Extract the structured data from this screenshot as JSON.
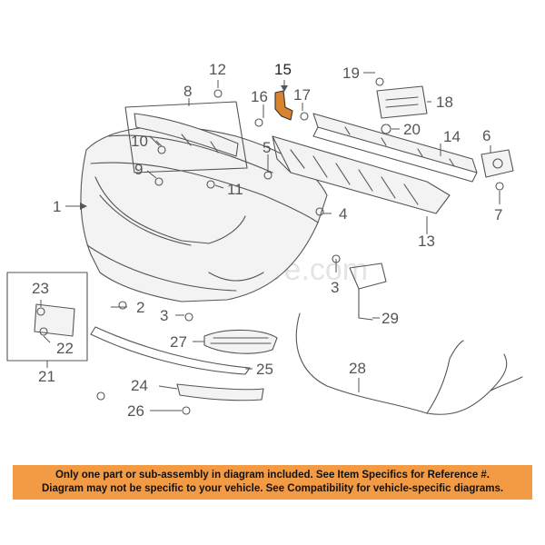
{
  "watermark": "Partomotive.com",
  "callouts": {
    "n1": "1",
    "n2": "2",
    "n3a": "3",
    "n3b": "3",
    "n4": "4",
    "n5": "5",
    "n6": "6",
    "n7": "7",
    "n8": "8",
    "n9": "9",
    "n10": "10",
    "n11": "11",
    "n12": "12",
    "n13": "13",
    "n14": "14",
    "n15": "15",
    "n16": "16",
    "n17": "17",
    "n18": "18",
    "n19": "19",
    "n20": "20",
    "n21": "21",
    "n22": "22",
    "n23": "23",
    "n24": "24",
    "n25": "25",
    "n26": "26",
    "n27": "27",
    "n28": "28",
    "n29": "29"
  },
  "notice": {
    "line1": "Only one part or sub-assembly in diagram included. See Item Specifics for Reference #.",
    "line2": "Diagram may not be specific to your vehicle. See Compatibility for vehicle-specific diagrams."
  },
  "colors": {
    "highlight_part": "#d7832f",
    "notice_bg": "#f39b44"
  }
}
